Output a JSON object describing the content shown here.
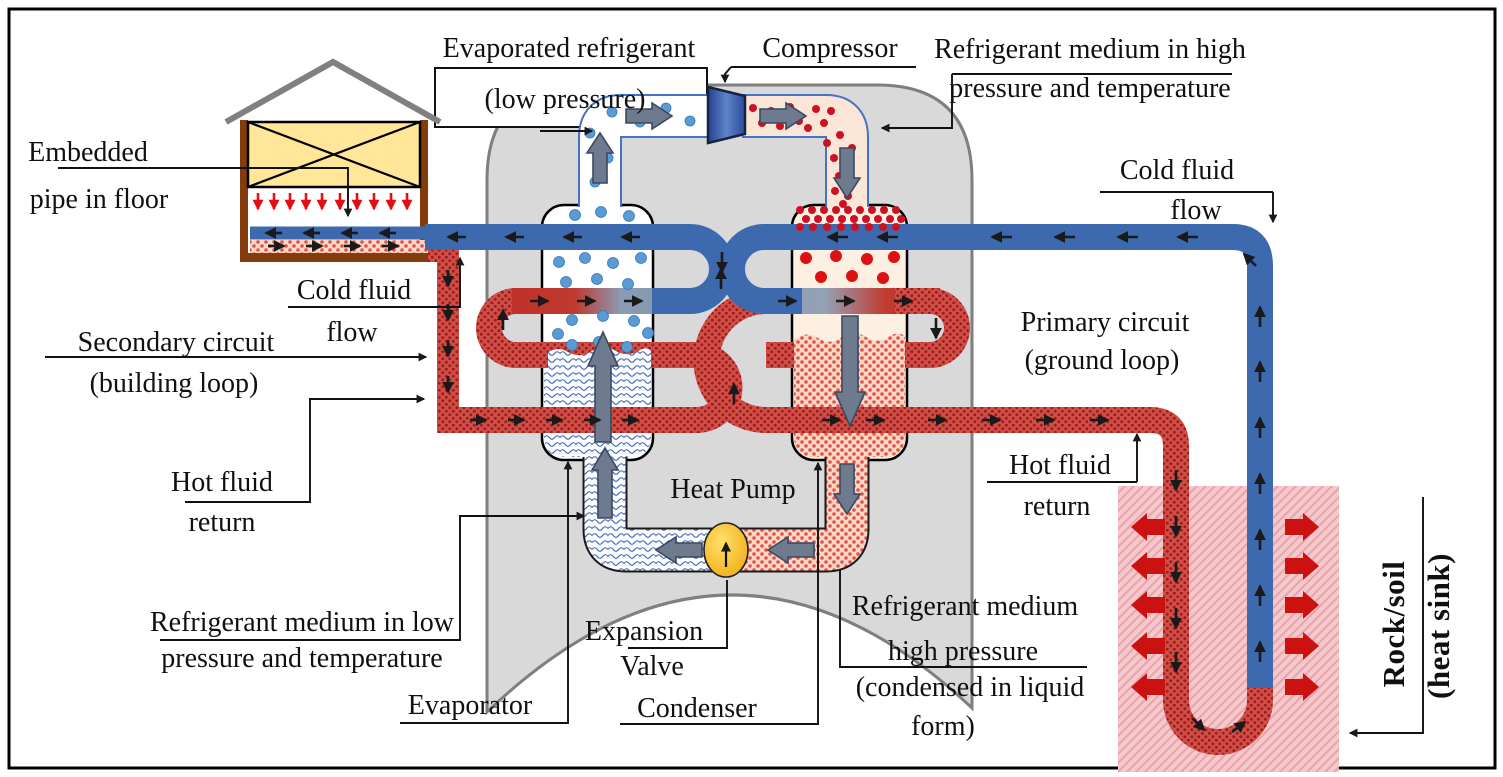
{
  "figure": {
    "title": "Geothermal heat pump system schematic",
    "labels": {
      "evaporated_refrigerant": {
        "line1": "Evaporated refrigerant",
        "line2": "(low pressure)"
      },
      "compressor": "Compressor",
      "refrigerant_high": {
        "line1": "Refrigerant medium in high",
        "line2": "pressure and temperature"
      },
      "cold_fluid_right": {
        "line1": "Cold fluid",
        "line2": "flow"
      },
      "primary_circuit": {
        "line1": "Primary circuit",
        "line2": "(ground loop)"
      },
      "hot_fluid_right": {
        "line1": "Hot fluid",
        "line2": "return"
      },
      "rock_soil": {
        "line1": "Rock/soil",
        "line2": "(heat sink)"
      },
      "embedded_pipe": {
        "line1": "Embedded",
        "line2": "pipe  in  floor"
      },
      "cold_fluid_left": {
        "line1": "Cold fluid",
        "line2": "flow"
      },
      "secondary_circuit": {
        "line1": "Secondary circuit",
        "line2": "(building loop)"
      },
      "hot_fluid_left": {
        "line1": "Hot fluid",
        "line2": "return"
      },
      "refrigerant_low": {
        "line1": "Refrigerant medium in low",
        "line2": "pressure and temperature"
      },
      "evaporator": "Evaporator",
      "expansion_valve": {
        "line1": "Expansion",
        "line2": "Valve"
      },
      "condenser": "Condenser",
      "heat_pump": "Heat Pump",
      "refrigerant_condensed": {
        "line1": "Refrigerant medium",
        "line2": "high pressure",
        "line3": "(condensed in liquid",
        "line4": "form)"
      }
    },
    "colors": {
      "cold_pipe": "#3d69ae",
      "hot_pipe": "#d14f48",
      "housing_gray": "#d9d9d9",
      "valve_yellow": "#f6b511",
      "compressor_blue": "#3a5dac",
      "rock_pink": "#f5c8cb",
      "house_wall": "#ffe699",
      "house_frame": "#843c0c",
      "heat_arrow_red": "#cc1111",
      "vapor_dot_blue": "#5b9bd5",
      "hot_dot_red": "#cc1122",
      "flow_arrow_black": "#1a1a1a"
    }
  }
}
